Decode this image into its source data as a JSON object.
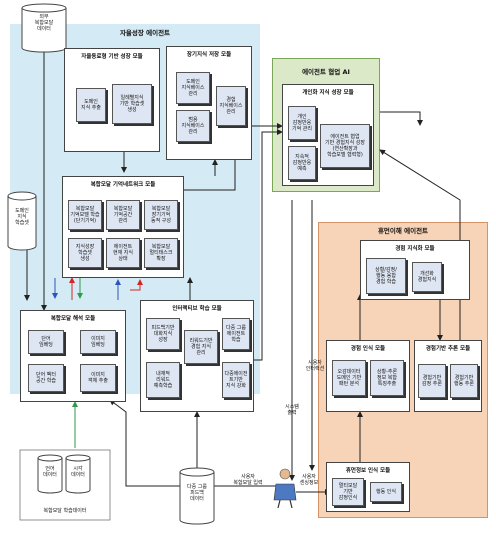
{
  "regions": {
    "self_growth": "자율성장 에이전트",
    "collaboration": "에이전트 협업 AI",
    "human_understanding": "휴먼이해 에이전트"
  },
  "external_data": "외부\n복합모달\n데이터",
  "domain_knowledge": "도메인\n지식\n학습셋",
  "modules": {
    "self_learning": {
      "title": "자율동료형 기반 성장 모듈",
      "items": [
        "도메인\n지식 추출",
        "일례별지식\n기반 학습셋\n생성"
      ]
    },
    "long_term": {
      "title": "장기지식 저장 모듈",
      "items": [
        "도메인\n지식베이스\n관리",
        "범용\n지식베이스\n관리",
        "경험\n지식베이스\n관리"
      ]
    },
    "memory_network": {
      "title": "복합모달 기억네트워크 모듈",
      "items": [
        "복합모달\n기억모델 학습\n(단기기억)",
        "복합모달\n기억공간\n관리",
        "복합모달\n장기기억\n동적 구성",
        "지식성장\n학습셋\n생성",
        "에이전트\n현재 지식\n상태",
        "복합모달\n멀티태스크\n확장"
      ]
    },
    "interpretation": {
      "title": "복합모달 해석 모듈",
      "items": [
        "단어\n임베딩",
        "이미지\n임베딩",
        "단어 벡터\n공간 학습",
        "이미지\n객체 추출"
      ]
    },
    "interactive": {
      "title": "인터랙티브 학습 모듈",
      "items": [
        "피드백기반\n대화지식\n성장",
        "리워드기반\n경험 지식\n관리",
        "다중 그룹\n에이전트\n학습",
        "내재적\n리워드\n예측학습",
        "다중에이전\n트기반\n지식 강화"
      ]
    },
    "personalized": {
      "title": "개인화 지식 성장 모듈",
      "items": [
        "개인\n감정반응\n기억 관리",
        "에이전트 협업\n기반 경험지식 성장\n(연산확장과\n학습모델 협력형)",
        "지속적\n감정반응\n예측"
      ]
    },
    "experience_storage": {
      "title": "경험 지식화 모듈",
      "items": [
        "상황/감정/\n행동 융합\n경험 학습",
        "개선화\n경험지식"
      ]
    },
    "experience_recognition": {
      "title": "경험 인식 모듈",
      "items": [
        "오감데이터\n도메인 기반\n패턴 분석",
        "상황-추론\n정보 복합\n특징추출"
      ]
    },
    "experience_reasoning": {
      "title": "경험기반 추론 모듈",
      "items": [
        "경험기반\n감정 추론",
        "경험기반\n행동 추론"
      ]
    },
    "human_info": {
      "title": "휴먼정보 인식 모듈",
      "items": [
        "멀티모달\n기반\n감정인식",
        "행동 인식"
      ]
    }
  },
  "databases": {
    "language": "언어\n데이터",
    "vision": "시각\n데이터",
    "multimodal_set": "복합모달 학습데이터",
    "feedback": "다중 그룹\n피드백\n데이터"
  },
  "labels": {
    "user_multimodal_input": "사용자\n복합모달 입력",
    "user_sensing": "사용자\n센싱정보",
    "system_output": "시스템\n출력",
    "user_interaction": "사용자\n인터랙션"
  },
  "colors": {
    "self_growth_bg": "#d4eaf4",
    "collab_bg": "#dce9c9",
    "collab_border": "#7aa659",
    "human_bg": "#f7d3b7",
    "human_border": "#d69366",
    "sub_box": "#dfe6f3",
    "arrow_red": "#d62424",
    "arrow_green": "#2f9a4c",
    "arrow_blue": "#2e55b9"
  }
}
